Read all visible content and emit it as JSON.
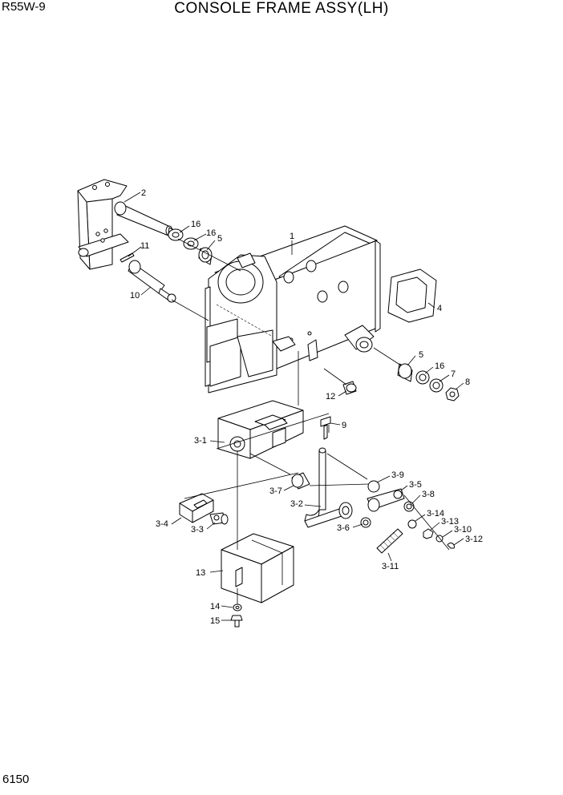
{
  "header": {
    "model": "R55W-9",
    "title": "CONSOLE FRAME ASSY(LH)"
  },
  "footer": {
    "page_number": "6150"
  },
  "callouts": {
    "c1": "1",
    "c2": "2",
    "c4": "4",
    "c5a": "5",
    "c5b": "5",
    "c7": "7",
    "c8": "8",
    "c9": "9",
    "c10": "10",
    "c11": "11",
    "c12": "12",
    "c13": "13",
    "c14": "14",
    "c15": "15",
    "c16a": "16",
    "c16b": "16",
    "c16c": "16",
    "c3_1": "3-1",
    "c3_2": "3-2",
    "c3_3": "3-3",
    "c3_4": "3-4",
    "c3_5": "3-5",
    "c3_6": "3-6",
    "c3_7": "3-7",
    "c3_8": "3-8",
    "c3_9": "3-9",
    "c3_10": "3-10",
    "c3_11": "3-11",
    "c3_12": "3-12",
    "c3_13": "3-13",
    "c3_14": "3-14"
  }
}
